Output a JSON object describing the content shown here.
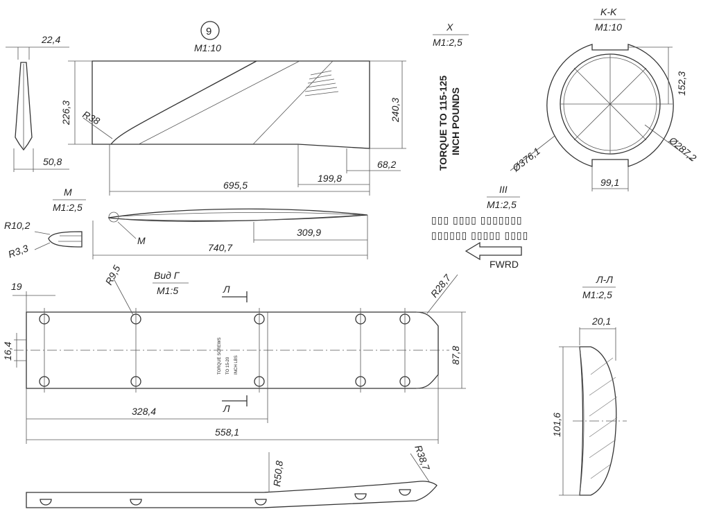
{
  "views": {
    "side_profile": {
      "dim_top": "22,4",
      "dim_bottom": "50,8"
    },
    "panel_9": {
      "number": "9",
      "scale": "M1:10",
      "dim_left": "226,3",
      "dim_right": "240,3",
      "radius": "R38",
      "dim_695": "695,5",
      "dim_199": "199,8",
      "dim_68": "68,2"
    },
    "view_x": {
      "title": "X",
      "scale": "M1:2,5"
    },
    "torque_note": {
      "line1": "TORQUE TO 115-125",
      "line2": "INCH POUNDS"
    },
    "section_kk": {
      "title": "K-K",
      "scale": "M1:10",
      "dim_152": "152,3",
      "dia_376": "Ø376,1",
      "dia_287": "Ø287,2",
      "dim_99": "99,1"
    },
    "view_m": {
      "title": "M",
      "scale": "M1:2,5",
      "r10": "R10,2",
      "r3": "R3,3",
      "mark": "M",
      "dim_309": "309,9",
      "dim_740": "740,7"
    },
    "view_iii": {
      "title": "III",
      "scale": "M1:2,5",
      "label_row1": "▯▯▯ ▯▯▯▯ ▯▯▯▯▯▯▯",
      "label_row2": "▯▯▯▯▯▯ ▯▯▯▯▯ ▯▯▯▯",
      "arrow_label": "FWRD"
    },
    "view_g": {
      "title": "Вид Г",
      "scale": "M1:5",
      "dim_19": "19",
      "r9": "R9,5",
      "r28": "R28,7",
      "cut_mark": "Л",
      "dim_16": "16,4",
      "dim_87": "87,8",
      "dim_328": "328,4",
      "dim_558": "558,1",
      "note_l1": "TORQUE SCREWS",
      "note_l2": "TO 15-20",
      "note_l3": "INCH LBS"
    },
    "section_ll": {
      "title": "Л-Л",
      "scale": "M1:2,5",
      "dim_20": "20,1",
      "dim_101": "101,6"
    },
    "bottom_profile": {
      "r50": "R50,8",
      "r38": "R38,7"
    }
  }
}
